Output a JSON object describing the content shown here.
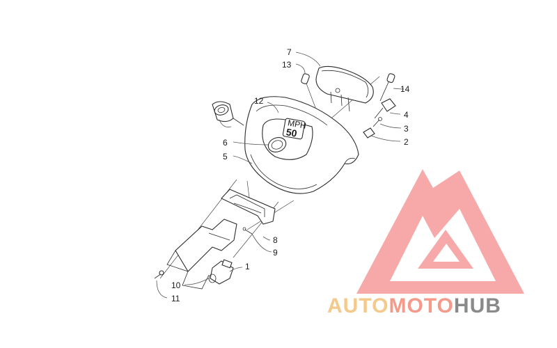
{
  "callouts": [
    {
      "id": "1",
      "label": "1"
    },
    {
      "id": "2",
      "label": "2"
    },
    {
      "id": "3",
      "label": "3"
    },
    {
      "id": "4",
      "label": "4"
    },
    {
      "id": "5",
      "label": "5"
    },
    {
      "id": "6",
      "label": "6"
    },
    {
      "id": "7",
      "label": "7"
    },
    {
      "id": "8",
      "label": "8"
    },
    {
      "id": "9",
      "label": "9"
    },
    {
      "id": "10",
      "label": "10"
    },
    {
      "id": "11",
      "label": "11"
    },
    {
      "id": "12",
      "label": "12"
    },
    {
      "id": "13",
      "label": "13"
    },
    {
      "id": "14",
      "label": "14"
    }
  ],
  "speedometer": {
    "badge_top": "MPH",
    "badge_number": "50"
  },
  "watermark": {
    "part1": "AUTO",
    "part2": "MOTO",
    "part3": "HUB",
    "colors": {
      "auto": "#f5c98a",
      "moto": "#f59a8a",
      "hub": "#8a8a8a",
      "logo": "#f7a5a5"
    }
  }
}
